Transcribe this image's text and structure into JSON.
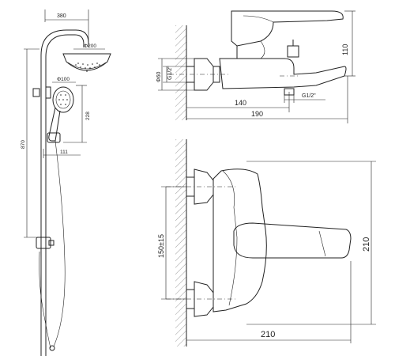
{
  "shower_set": {
    "dim_width": "380",
    "dim_head": "Φ200",
    "dim_hand": "Φ100",
    "dim_height": "870",
    "dim_hand_drop": "228",
    "dim_bracket": "111"
  },
  "side_view": {
    "dim_thread_top": "G1/2\"",
    "dim_dia": "Φ60",
    "dim_thread_bottom": "G1/2\"",
    "dim_depth_140": "140",
    "dim_depth_190": "190",
    "dim_height_110": "110"
  },
  "front_view": {
    "dim_spacing": "150±15",
    "dim_height": "210",
    "dim_width": "210"
  }
}
